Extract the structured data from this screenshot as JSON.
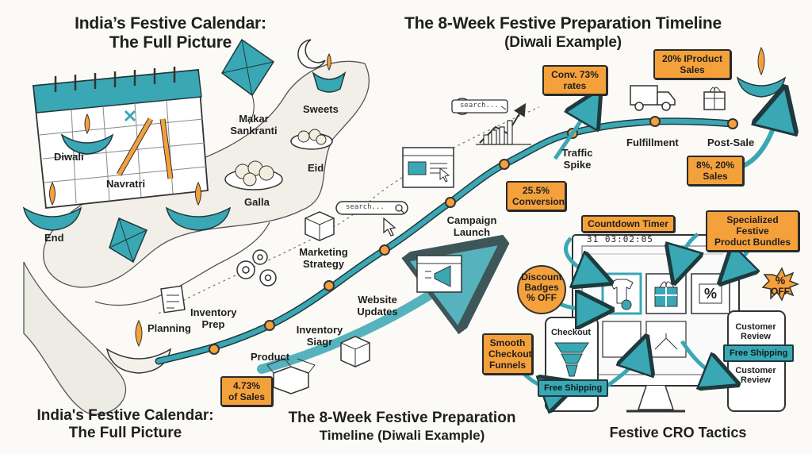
{
  "left_panel": {
    "title_top": [
      "India’s Festive Calendar:",
      "The Full Picture"
    ],
    "festivals": {
      "diwali": "Diwali",
      "navratri": "Navratri",
      "makar_sankranti": [
        "Makar",
        "Sankranti"
      ],
      "sweets": "Sweets",
      "eid": "Eid",
      "galla": "Galla",
      "end": "End"
    },
    "title_bottom": [
      "India's Festive Calendar:",
      "The Full Picture"
    ]
  },
  "timeline": {
    "title_top": [
      "The 8-Week Festive Preparation Timeline",
      "(Diwali Example)"
    ],
    "steps": {
      "planning": "Planning",
      "inventory_prep": [
        "Inventory",
        "Prep"
      ],
      "product": "Product",
      "inventory_siagr": [
        "Inventory",
        "Siagr"
      ],
      "marketing_strategy": [
        "Marketing",
        "Strategy"
      ],
      "website_updates": [
        "Website",
        "Updates"
      ],
      "campaign_launch": [
        "Campaign",
        "Launch"
      ],
      "traffic_spike": [
        "Traffic",
        "Spike"
      ],
      "fulfillment": "Fulfillment",
      "post_sale": "Post-Sale"
    },
    "callouts": {
      "sales_share": [
        "4.73%",
        "of Sales"
      ],
      "conversion": [
        "25.5%",
        "Conversion"
      ],
      "conv_rates": [
        "Conv. 73%",
        "rates"
      ],
      "product_sales": [
        "20% IProduct",
        "Sales"
      ],
      "sales_pct": [
        "8%, 20%",
        "Sales"
      ]
    },
    "search_placeholder": "search...",
    "title_bottom": [
      "The 8-Week Festive Preparation",
      "Timeline (Diwali Example)"
    ]
  },
  "cro": {
    "countdown_timer": "Countdown Timer",
    "countdown_display": "31 03:02:05",
    "bundles": [
      "Specialized Festive",
      "Product Bundles"
    ],
    "discount_badges": [
      "Discount",
      "Badges",
      "% OFF"
    ],
    "percent_off": [
      "%",
      "OFF"
    ],
    "checkout_funnels": [
      "Smooth",
      "Checkout",
      "Funnels"
    ],
    "checkout": "Checkout",
    "free_shipping": "Free Shipping",
    "free_shipping_right": "Free Shipping",
    "customer_review_top": [
      "Customer",
      "Review"
    ],
    "customer_review_bottom": [
      "Customer",
      "Review"
    ],
    "percent_tile": "%",
    "title": "Festive CRO Tactics"
  },
  "colors": {
    "accent_orange": "#f5a13b",
    "accent_teal": "#3aa7b4",
    "ink": "#1f1f1f"
  }
}
